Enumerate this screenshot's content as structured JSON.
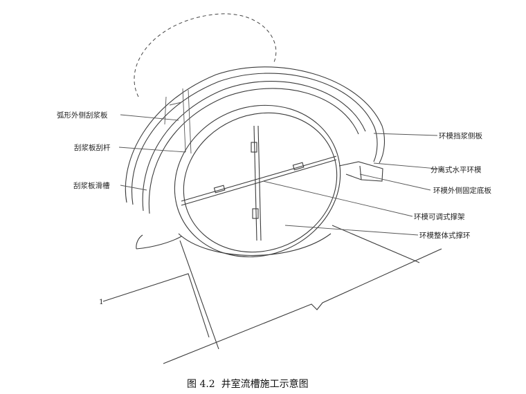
{
  "labels": {
    "outer_scraper": "弧形外侧刮浆板",
    "scraper_rod": "刮浆板刮杆",
    "slurry_groove": "刮浆板滑槽",
    "ring_side_board": "环模挡浆侧板",
    "split_ring_mold": "分离式水平环模",
    "fixed_base_board": "环模外侧固定底板",
    "adjustable_bracing": "环模可调式撑架",
    "integral_ring": "环模整体式撑环",
    "item_1": "1"
  },
  "caption": "图 4.2  井室流槽施工示意图"
}
